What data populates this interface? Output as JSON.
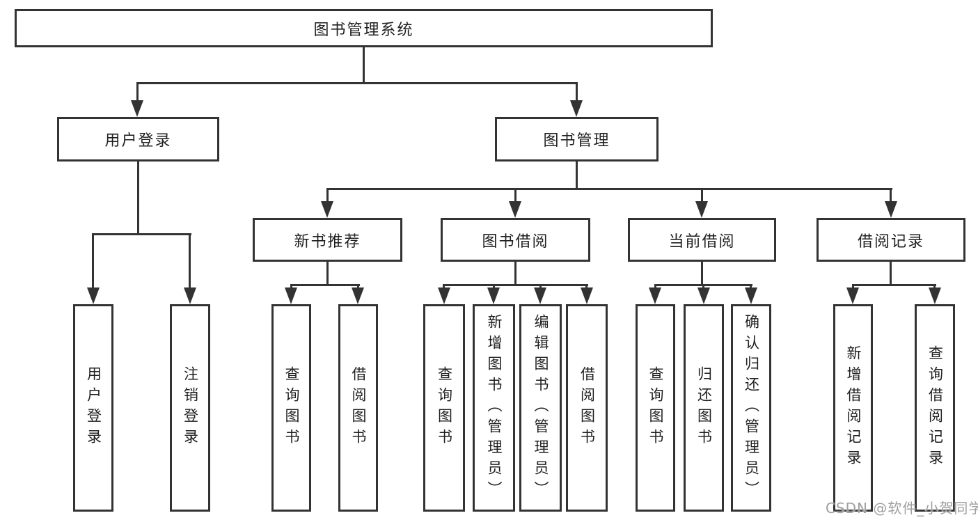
{
  "diagram": {
    "root": {
      "label": "图书管理系统"
    },
    "level2": [
      {
        "label": "用户登录"
      },
      {
        "label": "图书管理"
      }
    ],
    "level3": [
      {
        "label": "新书推荐"
      },
      {
        "label": "图书借阅"
      },
      {
        "label": "当前借阅"
      },
      {
        "label": "借阅记录"
      }
    ],
    "level4": {
      "user_login": [
        {
          "label": "用户登录"
        },
        {
          "label": "注销登录"
        }
      ],
      "new_book_recommend": [
        {
          "label": "查询图书"
        },
        {
          "label": "借阅图书"
        }
      ],
      "book_borrow": [
        {
          "label": "查询图书"
        },
        {
          "label": "新增图书（管理员）"
        },
        {
          "label": "编辑图书（管理员）"
        },
        {
          "label": "借阅图书"
        }
      ],
      "current_borrow": [
        {
          "label": "查询图书"
        },
        {
          "label": "归还图书"
        },
        {
          "label": "确认归还（管理员）"
        }
      ],
      "borrow_records": [
        {
          "label": "新增借阅记录"
        },
        {
          "label": "查询借阅记录"
        }
      ]
    }
  },
  "watermark": {
    "text": "CSDN @软件_小贺同学"
  },
  "colors": {
    "line": "#333333",
    "text": "#1f1f1f",
    "box_background": "#ffffff",
    "background": "#ffffff",
    "watermark": "#9e9e9e"
  }
}
